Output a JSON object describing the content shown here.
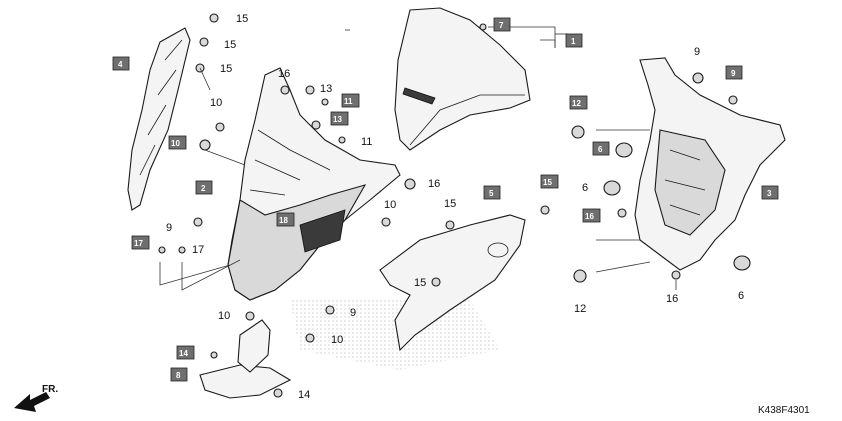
{
  "diagram_code": "K438F4301",
  "direction_label": "FR.",
  "callouts": {
    "c1": "1",
    "c2": "2",
    "c3": "3",
    "c4": "4",
    "c5": "5",
    "c6": "6",
    "c7": "7",
    "c8": "8",
    "c9": "9",
    "c10": "10",
    "c11": "11",
    "c12": "12",
    "c13": "13",
    "c14": "14",
    "c15": "15",
    "c16": "16",
    "c17": "17",
    "c18": "18"
  }
}
